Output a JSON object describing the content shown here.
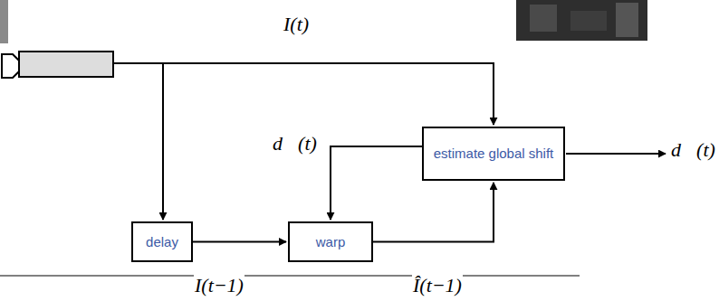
{
  "diagram": {
    "nodes": [
      {
        "text": [
          "delay"
        ]
      },
      {
        "text": [
          "warp"
        ]
      },
      {
        "text": [
          "estimate global shift"
        ]
      }
    ],
    "edges": [
      {
        "from": 0,
        "to": 1,
        "arrow": "to"
      },
      {
        "from": 1,
        "to": 2,
        "arrow": "to"
      },
      {
        "from": 2,
        "to": 1,
        "arrow": "to"
      }
    ],
    "labels": [
      "I(t)",
      "d⃗(t)",
      "d⃗(t)",
      "I(t−1)",
      "Î(t−1)"
    ]
  }
}
